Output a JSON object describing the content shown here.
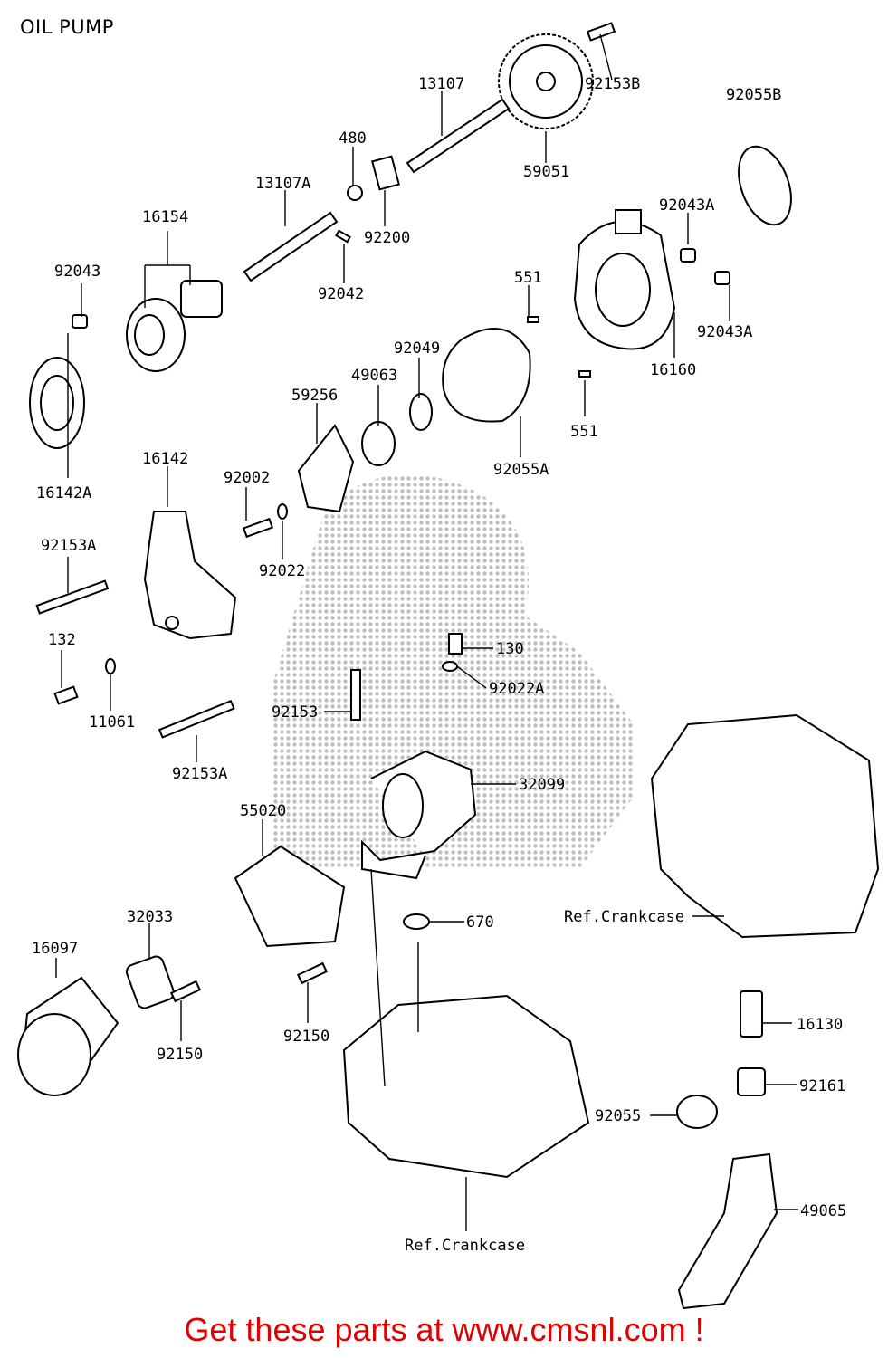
{
  "title": "OIL PUMP",
  "footer": "Get these parts at www.cmsnl.com !",
  "colors": {
    "footer_text": "#e00000",
    "lines": "#000000",
    "watermark": "#8a8a8a"
  },
  "labels": {
    "p92153B": "92153B",
    "p13107": "13107",
    "p92055B": "92055B",
    "p480": "480",
    "p59051": "59051",
    "p13107A": "13107A",
    "p92200": "92200",
    "p92043A_1": "92043A",
    "p16154": "16154",
    "p92042": "92042",
    "p551_1": "551",
    "p92043": "92043",
    "p92043A_2": "92043A",
    "p92049": "92049",
    "p16160": "16160",
    "p49063": "49063",
    "p59256": "59256",
    "p551_2": "551",
    "p16142A": "16142A",
    "p92055A": "92055A",
    "p16142": "16142",
    "p92002": "92002",
    "p92153A_1": "92153A",
    "p92022": "92022",
    "p132": "132",
    "p130": "130",
    "p92022A": "92022A",
    "p11061": "11061",
    "p92153": "92153",
    "p92153A_2": "92153A",
    "p32099": "32099",
    "p55020": "55020",
    "p670": "670",
    "pRefCrank1": "Ref.Crankcase",
    "p32033": "32033",
    "p16097": "16097",
    "p16130": "16130",
    "p92150_1": "92150",
    "p92150_2": "92150",
    "p92161": "92161",
    "p92055": "92055",
    "p49065": "49065",
    "pRefCrank2": "Ref.Crankcase"
  }
}
